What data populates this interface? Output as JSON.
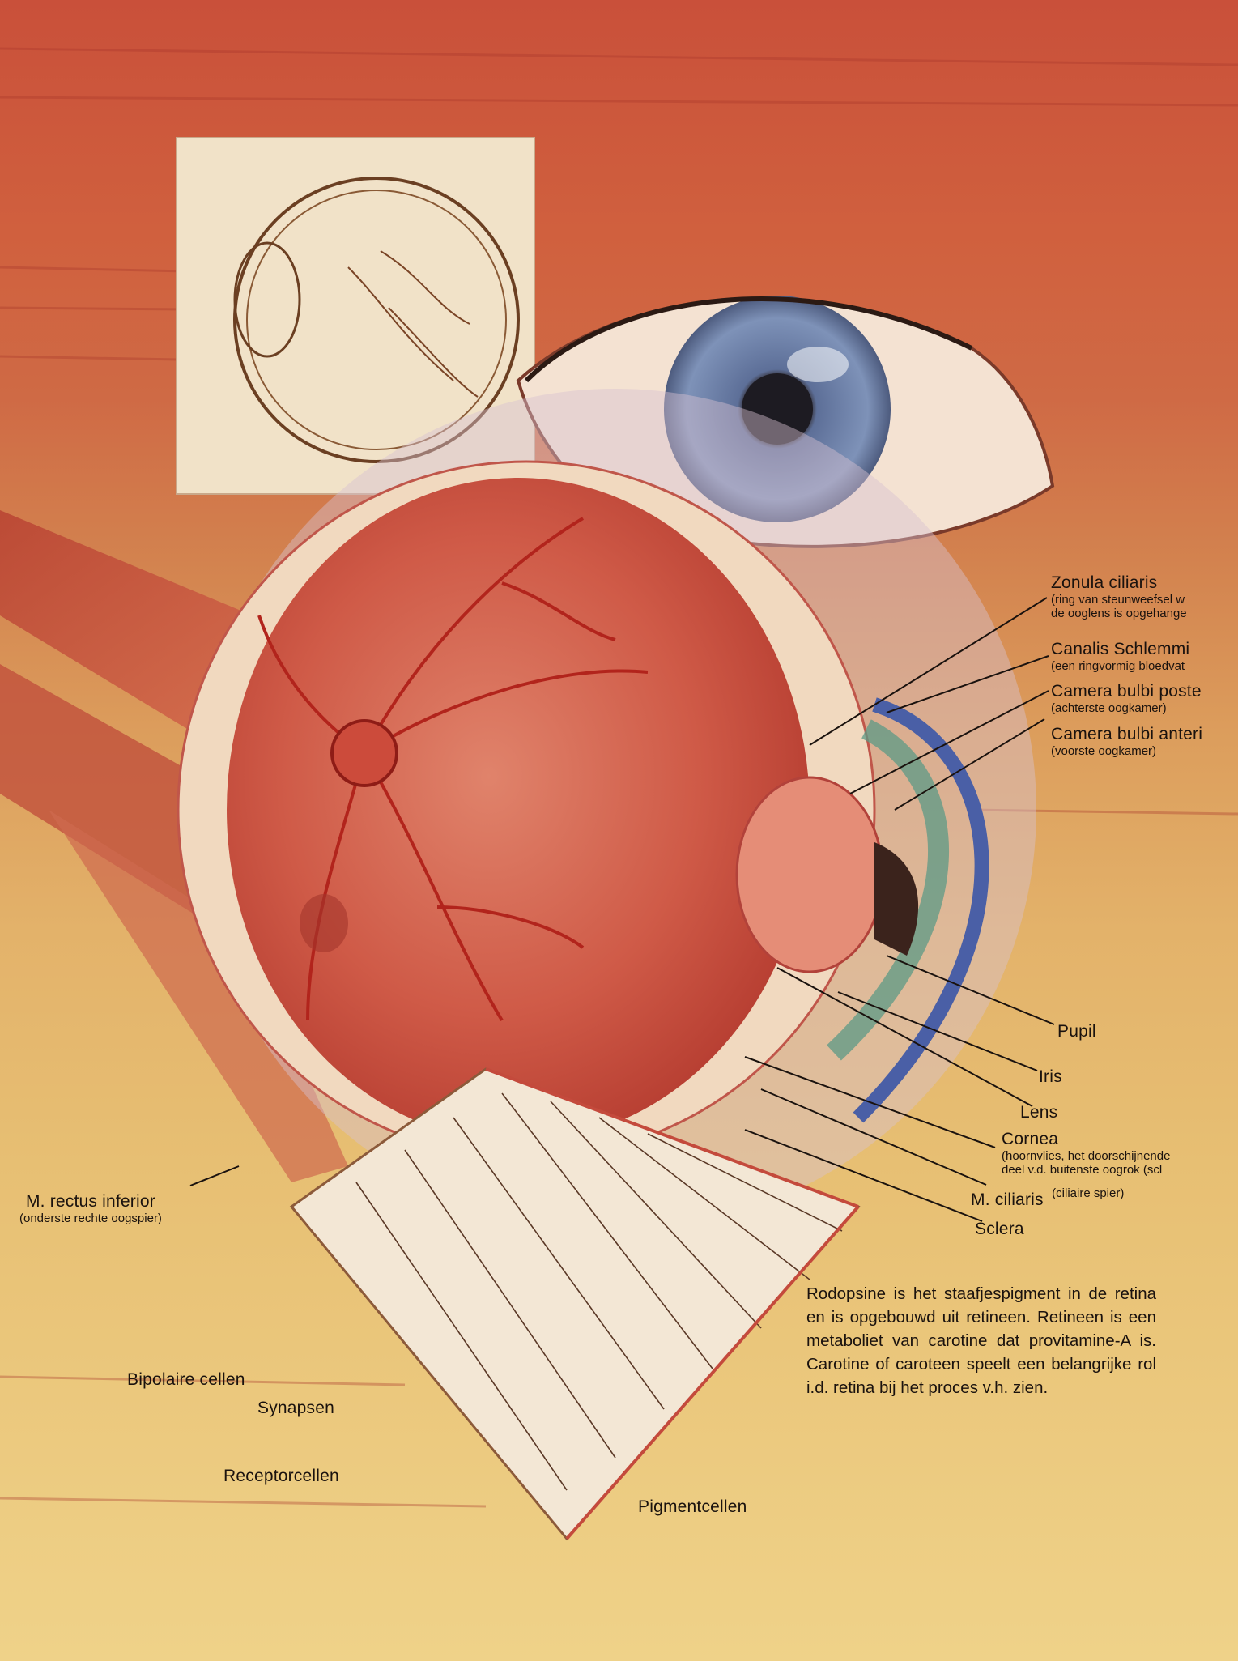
{
  "labels": {
    "zonula": {
      "title": "Zonula ciliaris",
      "sub1": "(ring van steunweefsel w",
      "sub2": "de ooglens is opgehange"
    },
    "canalis": {
      "title": "Canalis Schlemmi",
      "sub": "(een ringvormig bloedvat"
    },
    "camera_post": {
      "title": "Camera bulbi poste",
      "sub": "(achterste oogkamer)"
    },
    "camera_ant": {
      "title": "Camera bulbi anteri",
      "sub": "(voorste oogkamer)"
    },
    "pupil": "Pupil",
    "iris": "Iris",
    "lens": "Lens",
    "cornea": {
      "title": "Cornea",
      "sub1": "(hoornvlies, het doorschijnende",
      "sub2": "deel v.d. buitenste oogrok (scl"
    },
    "m_ciliaris": {
      "title": "M. ciliaris",
      "sub": "(ciliaire spier)"
    },
    "sclera": "Sclera",
    "rectus": {
      "title": "M. rectus inferior",
      "sub": "(onderste rechte oogspier)"
    },
    "bipolaire": "Bipolaire cellen",
    "synapsen": "Synapsen",
    "receptor": "Receptorcellen",
    "pigment": "Pigmentcellen"
  },
  "paragraph": "Rodopsine is het staafjespigment in de retina en is opgebouwd uit retineen. Retineen is een metaboliet van carotine dat provitamine-A is. Carotine of caroteen speelt een belangrijke rol i.d. retina bij het proces v.h. zien.",
  "colors": {
    "retina_red": "#c8463a",
    "vessel": "#b2241c",
    "iris_blue": "#4f6fa8",
    "label_text": "#1a120e"
  }
}
